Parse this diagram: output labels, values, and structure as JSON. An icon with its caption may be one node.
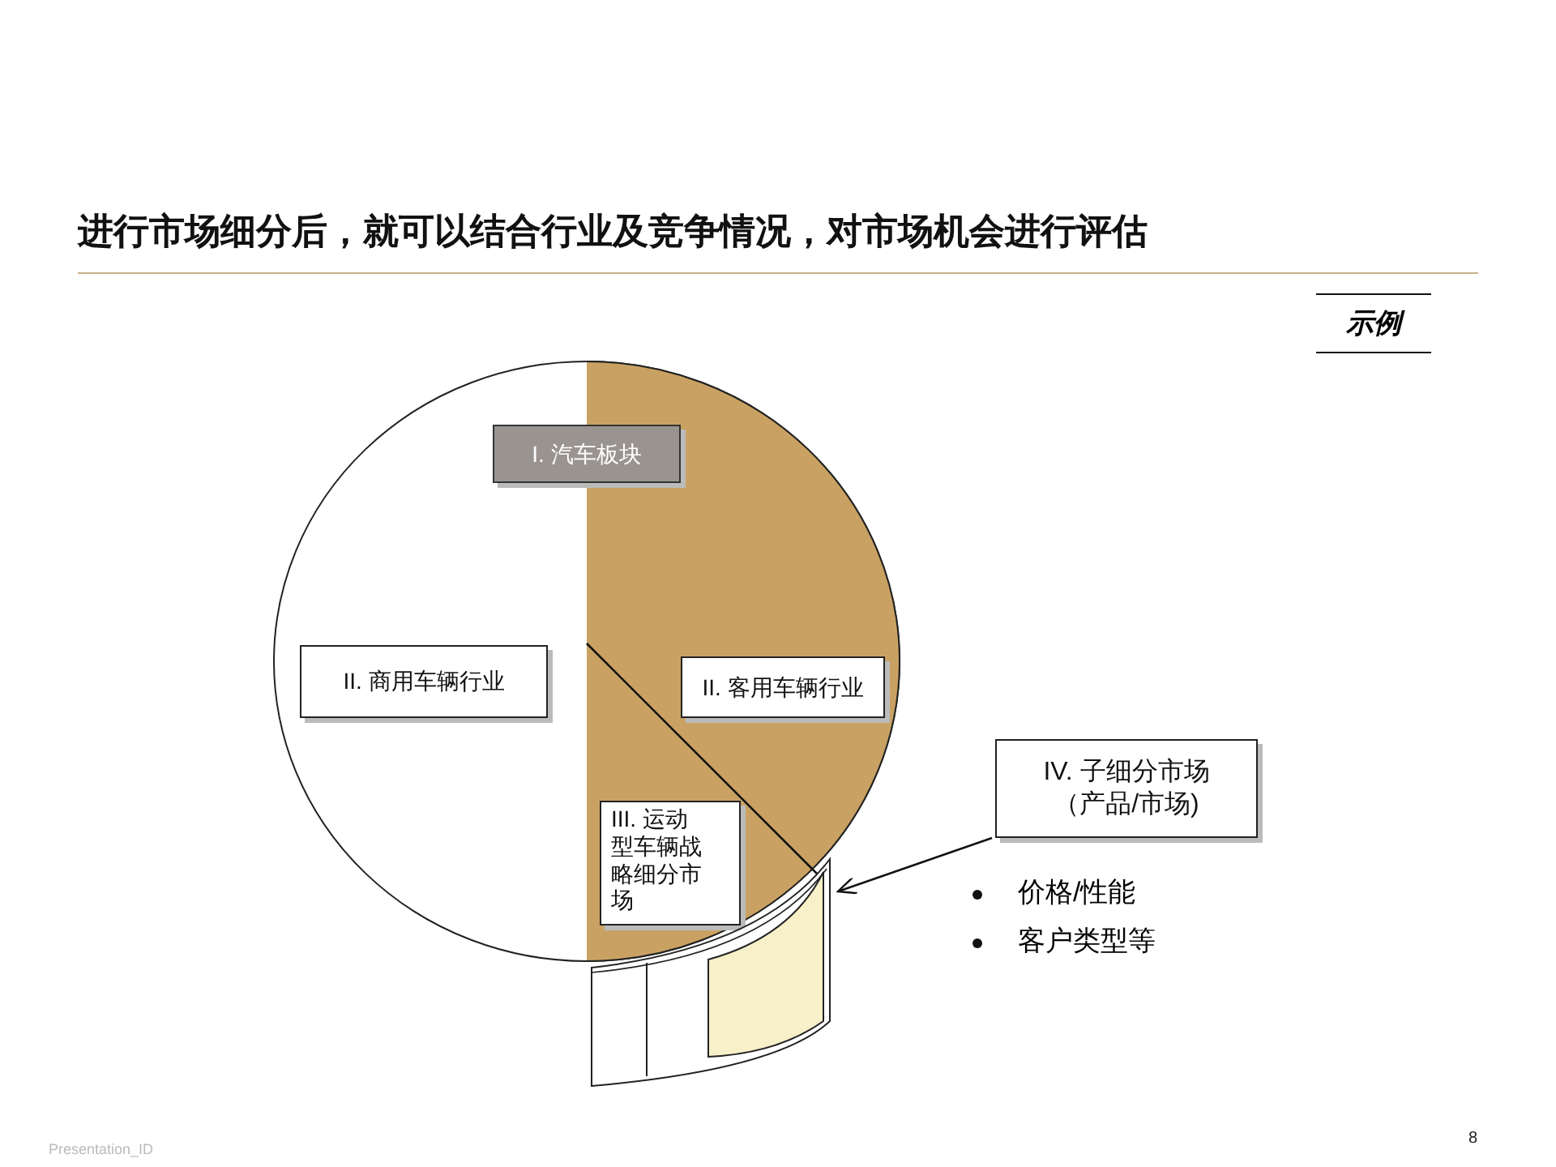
{
  "diagram": {
    "title": "进行市场细分后，就可以结合行业及竞争情况，对市场机会进行评估",
    "nodes": [
      {
        "text": [
          "I. 汽车板块"
        ]
      },
      {
        "text": [
          "II. 商用车辆行业"
        ]
      },
      {
        "text": [
          "II. 客用车辆行业"
        ]
      },
      {
        "text": [
          "III. 运动型车辆战略细分市场"
        ]
      },
      {
        "text": [
          "IV. 子细分市场（产品/市场)"
        ]
      },
      {
        "text": [],
        "shape": "band"
      }
    ],
    "edges": [
      {
        "from": 4,
        "to": 5,
        "arrow": "to"
      }
    ],
    "labels": [
      "示例",
      "价格/性能",
      "客户类型等",
      "Presentation_ID",
      "8"
    ]
  }
}
